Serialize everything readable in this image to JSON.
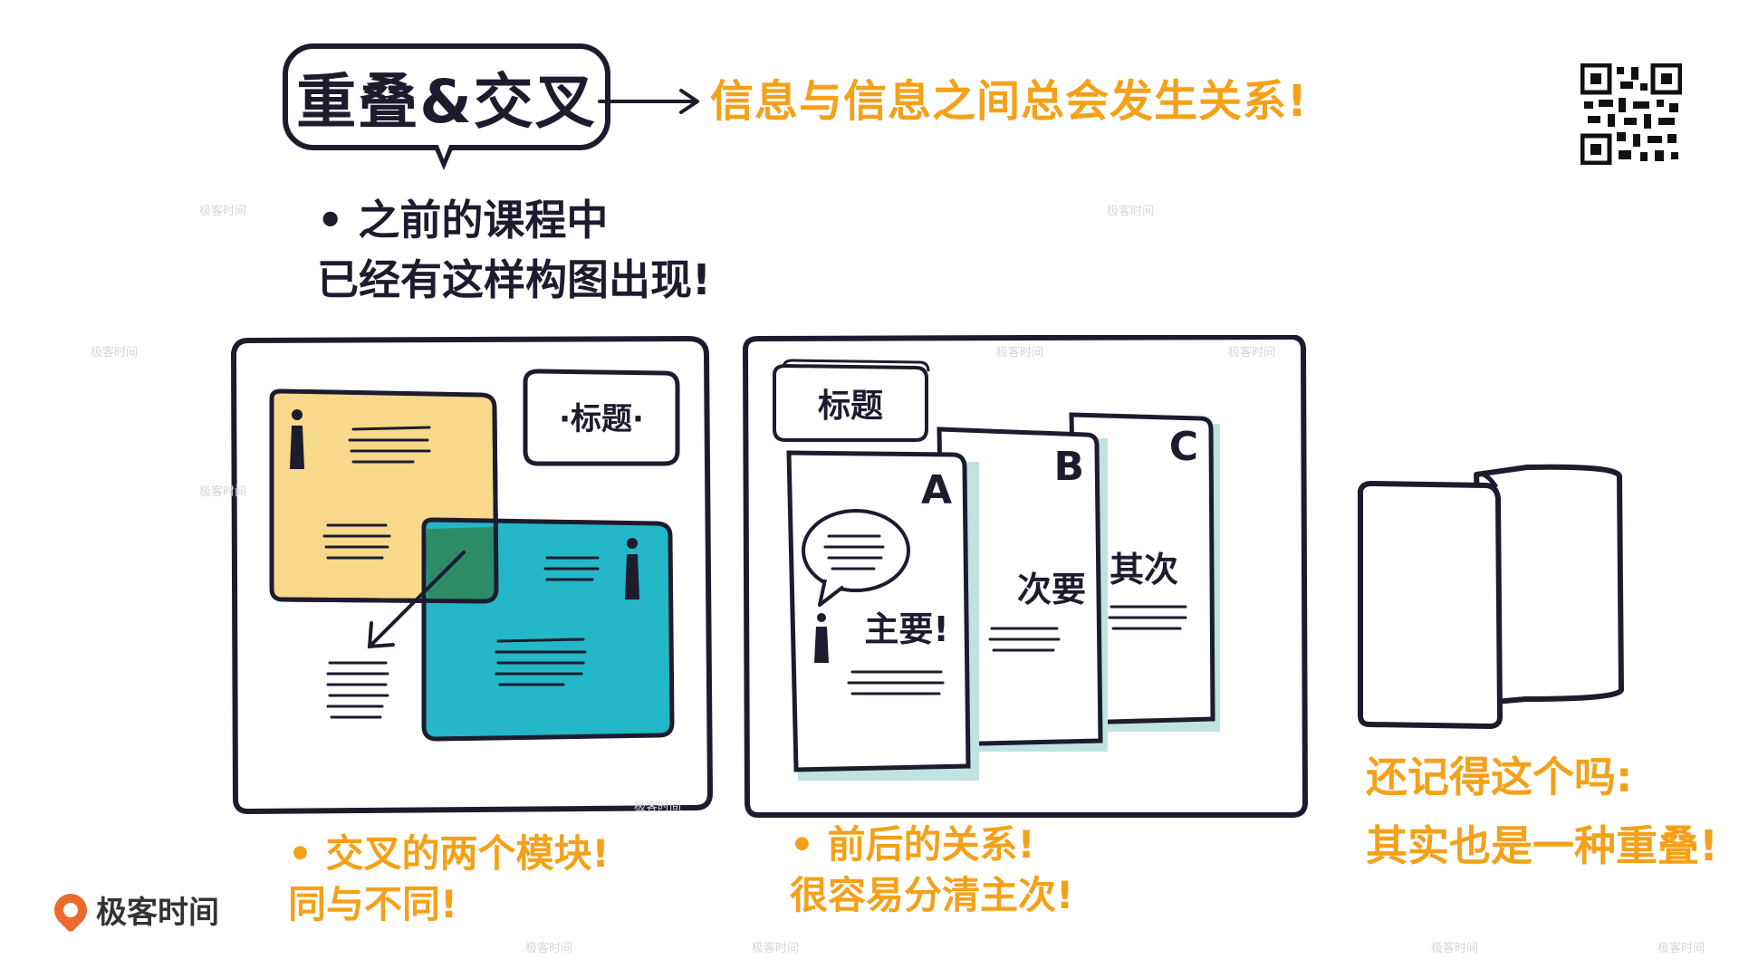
{
  "title": "重叠&交叉",
  "headline": "信息与信息之间总会发生关系!",
  "note_top": "• 之前的课程中\n已经有这样构图出现!",
  "panel_left": {
    "title_box": "·标题·",
    "caption": "• 交叉的两个模块!\n同与不同!"
  },
  "panel_mid": {
    "title_box": "标题",
    "cards": [
      {
        "letter": "A",
        "label": "主要!"
      },
      {
        "letter": "B",
        "label": "次要"
      },
      {
        "letter": "C",
        "label": "其次"
      }
    ],
    "caption": "• 前后的关系!\n很容易分清主次!"
  },
  "panel_right": {
    "caption": "还记得这个吗:\n其实也是一种重叠!"
  },
  "brand": {
    "name": "极客时间",
    "logo": "geektime-logo-icon"
  },
  "watermark": "极客时间",
  "colors": {
    "ink": "#1c1c2e",
    "orange": "#f4a11a",
    "yellow_card": "#f8d88a",
    "teal_card": "#23b7c8",
    "overlap": "#2c8c68",
    "shadow": "#bfe3e0"
  }
}
